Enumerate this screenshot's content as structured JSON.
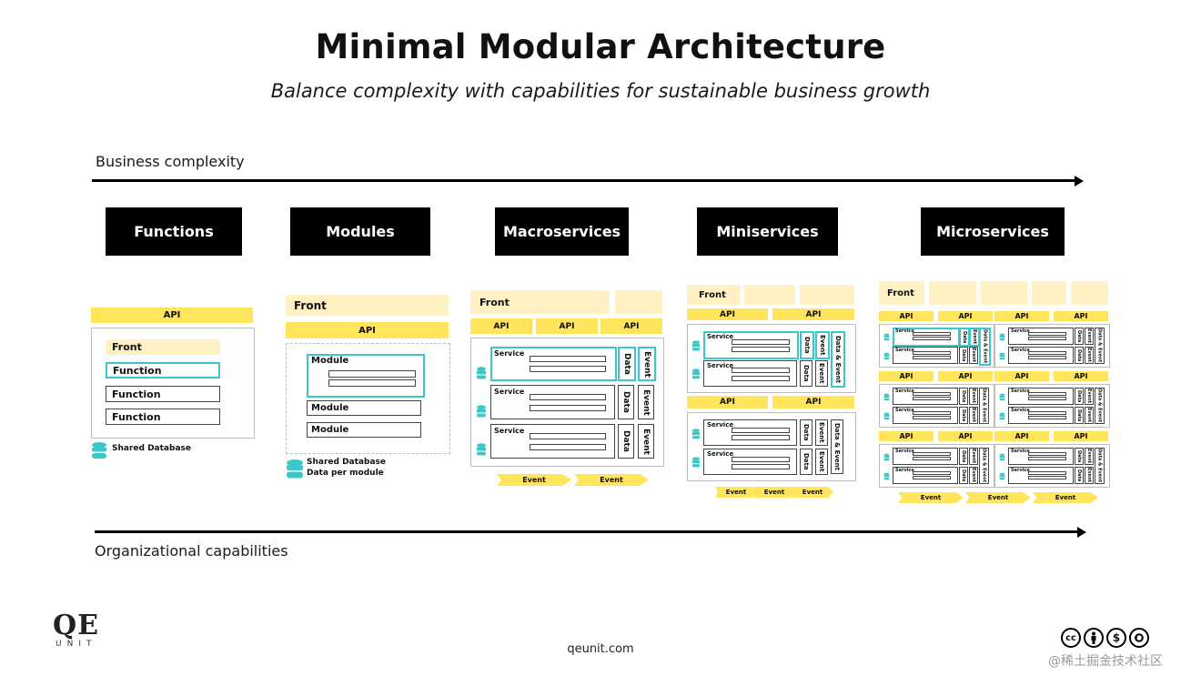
{
  "title": "Minimal Modular Architecture",
  "subtitle": "Balance complexity with capabilities for sustainable business growth",
  "axis_top_label": "Business complexity",
  "axis_bottom_label": "Organizational capabilities",
  "columns": {
    "functions": {
      "header": "Functions"
    },
    "modules": {
      "header": "Modules"
    },
    "macroservices": {
      "header": "Macroservices"
    },
    "miniservices": {
      "header": "Miniservices"
    },
    "microservices": {
      "header": "Microservices"
    }
  },
  "labels": {
    "api": "API",
    "front": "Front",
    "function": "Function",
    "module": "Module",
    "service": "Service",
    "data": "Data",
    "event": "Event",
    "data_event": "Data & Event",
    "shared_database": "Shared Database",
    "data_per_module": "Data per module"
  },
  "footer_url": "qeunit.com",
  "logo": {
    "main": "QE",
    "sub": "UNIT"
  },
  "license_icons": [
    "cc-icon",
    "by-icon",
    "nc-icon",
    "sa-icon"
  ],
  "watermark": "@稀土掘金技术社区",
  "colors": {
    "accent_yellow": "#ffe45c",
    "light_yellow": "#fff1c4",
    "teal": "#3cc7c9",
    "header_bg": "#000000"
  }
}
